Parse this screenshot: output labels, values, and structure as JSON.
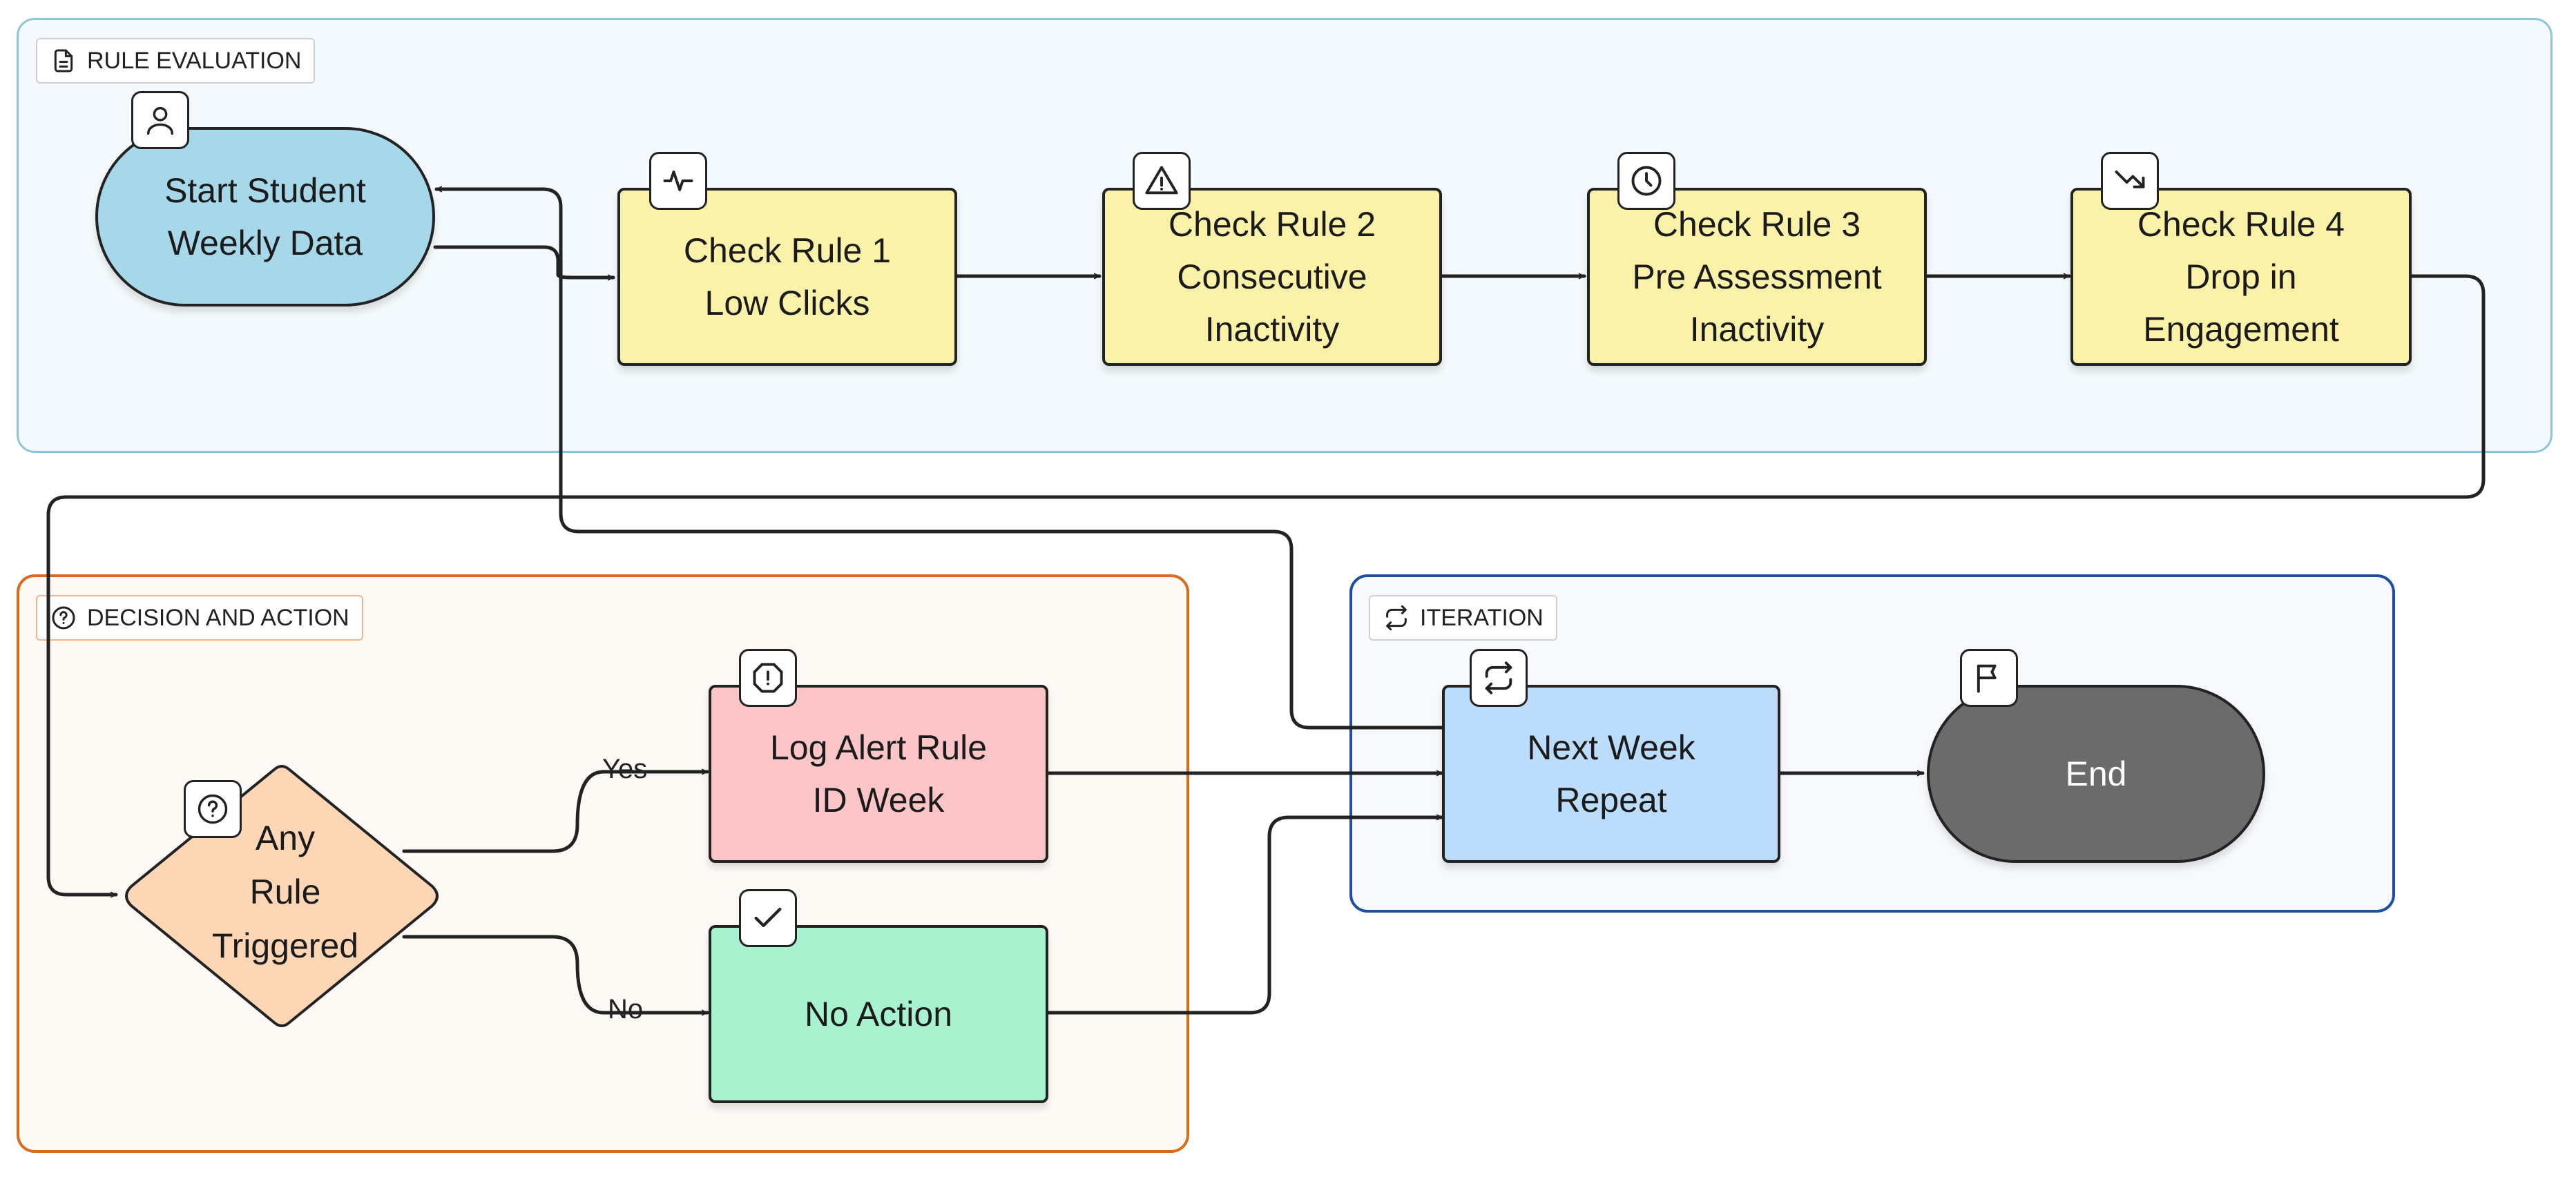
{
  "groups": {
    "rule_evaluation": {
      "label": "RULE EVALUATION",
      "border": "#8fc6d4",
      "fill": "#f3f9fc"
    },
    "decision_action": {
      "label": "DECISION AND ACTION",
      "border": "#d96b1e",
      "fill": "#fdfaf6"
    },
    "iteration": {
      "label": "ITERATION",
      "border": "#1e4fa0",
      "fill": "#f7f9fd"
    }
  },
  "nodes": {
    "start": {
      "label": "Start Student\nWeekly Data",
      "fill": "#a6d8ea",
      "icon": "user-icon"
    },
    "rule1": {
      "label": "Check Rule 1\nLow Clicks",
      "fill": "#faf2a9",
      "icon": "activity-icon"
    },
    "rule2": {
      "label": "Check Rule 2\nConsecutive\nInactivity",
      "fill": "#faf2a9",
      "icon": "warning-icon"
    },
    "rule3": {
      "label": "Check Rule 3\nPre Assessment\nInactivity",
      "fill": "#faf2a9",
      "icon": "clock-icon"
    },
    "rule4": {
      "label": "Check Rule 4\nDrop in\nEngagement",
      "fill": "#faf2a9",
      "icon": "trending-down-icon"
    },
    "decision": {
      "label": "Any\nRule\nTriggered",
      "fill": "#fdd6b5",
      "icon": "help-icon"
    },
    "log_alert": {
      "label": "Log Alert Rule\nID Week",
      "fill": "#fcc5c8",
      "icon": "alert-icon"
    },
    "no_action": {
      "label": "No Action",
      "fill": "#a9f2cf",
      "icon": "check-icon"
    },
    "next_week": {
      "label": "Next Week\nRepeat",
      "fill": "#bcdcfb",
      "icon": "repeat-icon"
    },
    "end": {
      "label": "End",
      "fill": "#6b6b6b",
      "text_color": "#ffffff",
      "icon": "flag-icon"
    }
  },
  "edge_labels": {
    "yes": "Yes",
    "no": "No"
  }
}
